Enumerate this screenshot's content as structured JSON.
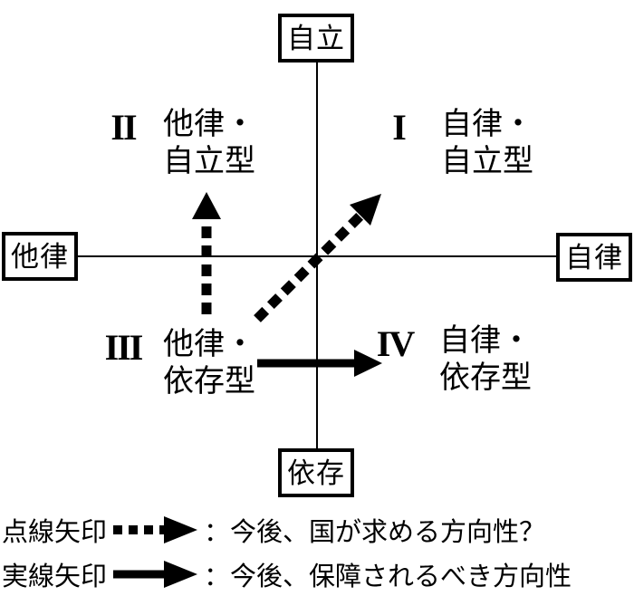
{
  "diagram": {
    "axes": {
      "top": "自立",
      "bottom": "依存",
      "left": "他律",
      "right": "自律"
    },
    "quadrants": [
      {
        "numeral": "I",
        "position": "top-right",
        "line1": "自律・",
        "line2": "自立型"
      },
      {
        "numeral": "II",
        "position": "top-left",
        "line1": "他律・",
        "line2": "自立型"
      },
      {
        "numeral": "III",
        "position": "bottom-left",
        "line1": "他律・",
        "line2": "依存型"
      },
      {
        "numeral": "IV",
        "position": "bottom-right",
        "line1": "自律・",
        "line2": "依存型"
      }
    ],
    "arrows": [
      {
        "style": "dotted",
        "direction": "up"
      },
      {
        "style": "dotted",
        "direction": "up-right"
      },
      {
        "style": "solid",
        "direction": "right"
      }
    ]
  },
  "legend": {
    "rows": [
      {
        "label": "点線矢印",
        "arrow": "dotted",
        "text": "：今後、国が求める方向性？"
      },
      {
        "label": "実線矢印",
        "arrow": "solid",
        "text": "：今後、保障されるべき方向性"
      }
    ]
  },
  "colors": {
    "foreground": "#000000",
    "background": "#ffffff"
  }
}
